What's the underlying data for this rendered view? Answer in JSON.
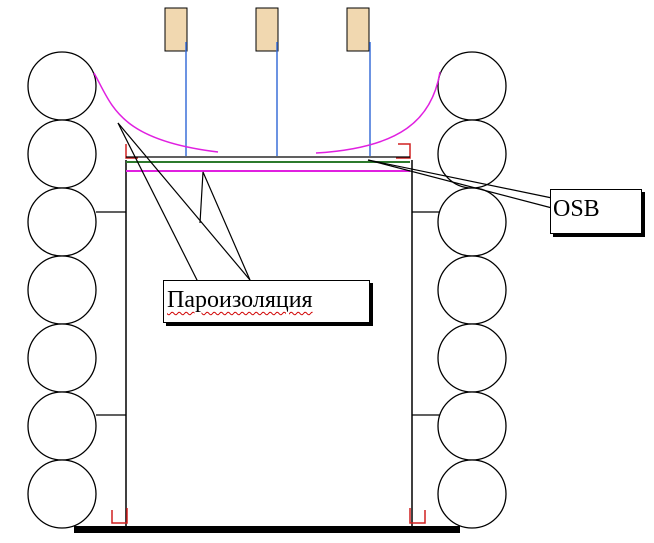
{
  "labels": {
    "osb": "OSB",
    "vapor_barrier": "Пароизоляция"
  },
  "colors": {
    "log_outline": "#000000",
    "hanger": "#3a6fd8",
    "block_fill": "#f1d8b0",
    "vapor_barrier": "#e020e0",
    "osb": "#2c7a2c",
    "bracket": "#d02020",
    "floor": "#000000"
  },
  "log_wall": {
    "left_column_logs": 7,
    "right_column_logs": 7
  }
}
